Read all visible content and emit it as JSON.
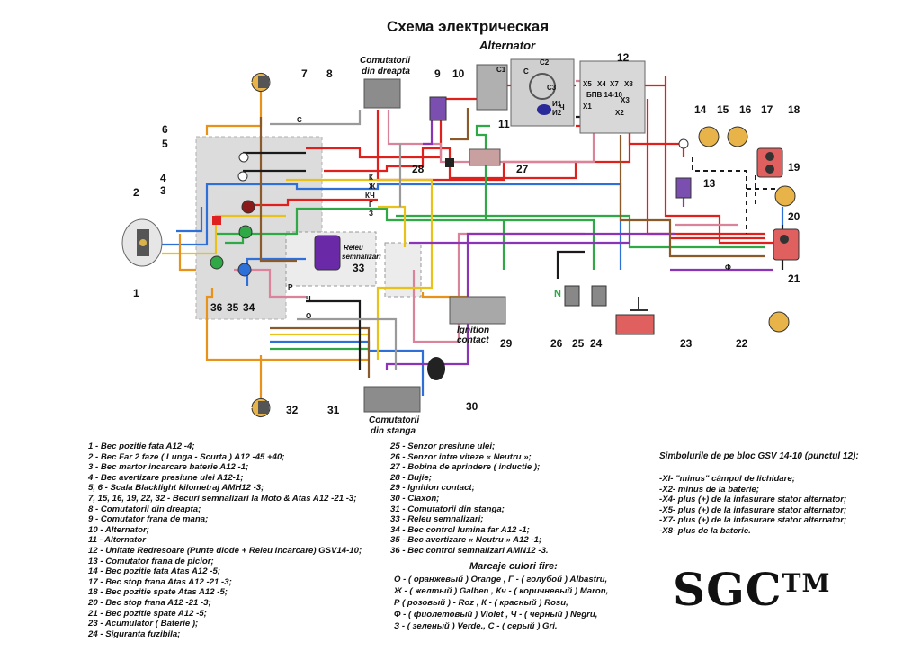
{
  "title": "Схема электрическая",
  "captions": {
    "alternator": "Alternator",
    "right_switch": [
      "Comutatorii",
      "din dreapta"
    ],
    "left_switch": [
      "Comutatorii",
      "din stanga"
    ],
    "relay": [
      "Releu",
      "semnalizari"
    ],
    "ignition": [
      "Ignition",
      "contact"
    ],
    "bpv": "БПВ 14-10"
  },
  "component_numbers": [
    "1",
    "2",
    "3",
    "4",
    "5",
    "6",
    "7",
    "8",
    "9",
    "10",
    "11",
    "12",
    "13",
    "14",
    "15",
    "16",
    "17",
    "18",
    "19",
    "20",
    "21",
    "22",
    "23",
    "24",
    "25",
    "26",
    "27",
    "28",
    "29",
    "30",
    "31",
    "32",
    "33",
    "34",
    "35",
    "36"
  ],
  "terminals": {
    "alt": [
      "C1",
      "C2",
      "C3",
      "C",
      "И1",
      "И2",
      "Ч"
    ],
    "bpv": [
      "X5",
      "X4",
      "X7",
      "X8",
      "X1",
      "X3",
      "X2"
    ],
    "misc": [
      "К",
      "Ж",
      "КЧ",
      "Г",
      "З",
      "Ф",
      "О",
      "Р",
      "Ч",
      "С",
      "N"
    ]
  },
  "components_legend": [
    "1 - Bec pozitie fata A12 -4;",
    "2 - Bec Far 2 faze ( Lunga - Scurta ) A12 -45 +40;",
    "3 - Bec martor incarcare baterie A12 -1;",
    "4 - Bec avertizare presiune ulei  A12-1;",
    "5, 6 - Scala Blacklight kilometraj AMH12 -3;",
    "7, 15, 16, 19, 22, 32 - Becuri semnalizari la Moto & Atas A12 -21 -3;",
    "8 - Comutatorii din dreapta;",
    "9 - Comutator frana de mana;",
    "10 - Alternator;",
    "11 - Alternator",
    "12 - Unitate Redresoare (Punte diode + Releu incarcare) GSV14-10;",
    "13 - Comutator frana de picior;",
    "14 - Bec pozitie fata Atas A12 -5;",
    "17 - Bec stop frana Atas A12 -21 -3;",
    "18 - Bec pozitie spate Atas A12 -5;",
    "20 - Bec stop frana A12 -21 -3;",
    "21 - Bec pozitie spate A12 -5;",
    "23 - Acumulator ( Baterie );",
    "24 - Siguranta fuzibila;"
  ],
  "components_legend_2": [
    "25 - Senzor presiune ulei;",
    "26 - Senzor intre viteze « Neutru »;",
    "27 - Bobina de aprindere ( inductie );",
    "28 - Bujie;",
    "29 - Ignition contact;",
    "30 - Claxon;",
    "31 - Comutatorii din stanga;",
    "33 - Releu semnalizari;",
    "34 - Bec control lumina far A12 -1;",
    "35 - Bec avertizare « Neutru » A12 -1;",
    "36 - Bec control semnalizari AMN12 -3."
  ],
  "colors_title": "Marcaje culori fire:",
  "colors_legend": [
    "О - ( оранжевый ) Orange , Г - ( голубой ) Albastru,",
    "Ж - ( желтый ) Galben , Кч - ( коричневый ) Maron,",
    "Р ( розовый ) - Roz , К - ( красный ) Rosu,",
    "Ф - ( фиолетовый ) Violet , Ч - ( черный ) Negru,",
    "З - ( зеленый ) Verde., С - ( серый ) Gri."
  ],
  "gsv_title": "Simbolurile de pe bloc GSV 14-10 (punctul 12):",
  "gsv_legend": [
    "-XI- \"minus\" câmpul de lichidare;",
    "-X2- minus de la baterie;",
    "-X4- plus (+) de la infasurare stator alternator;",
    "-X5- plus (+) de la infasurare stator alternator;",
    "-X7- plus (+) de la infasurare stator alternator;",
    "-X8- plus de la baterie."
  ],
  "logo": {
    "text": "SGC",
    "mark": "TM"
  },
  "wire_colors": {
    "red": "#e0201c",
    "pink": "#d9849a",
    "blue": "#2f6fd8",
    "green": "#2fa846",
    "yellow": "#e8c21a",
    "orange": "#e8921c",
    "violet": "#8a35b8",
    "brown": "#8a5a2b",
    "black": "#1a1a1a",
    "gray": "#9a9a9a"
  }
}
